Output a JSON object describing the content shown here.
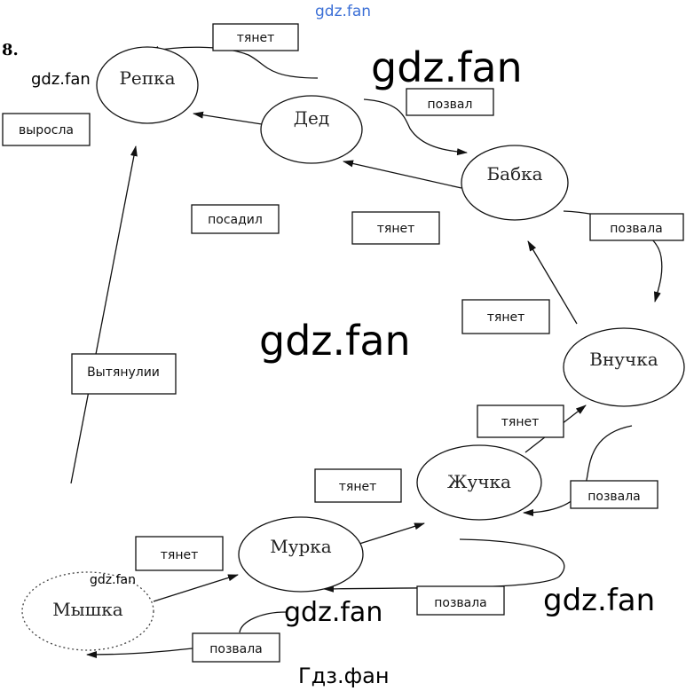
{
  "task_number": "8.",
  "nodes": {
    "repka": "Репка",
    "ded": "Дед",
    "babka": "Бабка",
    "vnuchka": "Внучка",
    "zhuchka": "Жучка",
    "murka": "Мурка",
    "myshka": "Мышка"
  },
  "labels": {
    "tyanet_1": "тянет",
    "pozval": "позвал",
    "vyrosla": "выросла",
    "posadil": "посадил",
    "tyanet_2": "тянет",
    "pozvala_1": "позвала",
    "tyanet_3": "тянет",
    "vytyanuli": "Вытянулии",
    "tyanet_4": "тянет",
    "tyanet_5": "тянет",
    "pozvala_2": "позвала",
    "tyanet_6": "тянет",
    "pozvala_3": "позвала",
    "pozvala_4": "позвала"
  },
  "watermarks": {
    "top": "gdz.fan",
    "left": "gdz.fan",
    "big_top": "gdz.fan",
    "big_mid": "gdz.fan",
    "bottom_right": "gdz.fan",
    "bottom_mid": "gdz.fan",
    "small_myshka": "gdz.fan",
    "footer": "Гдз.фан"
  },
  "colors": {
    "watermark_top": "#3b6fd6"
  }
}
